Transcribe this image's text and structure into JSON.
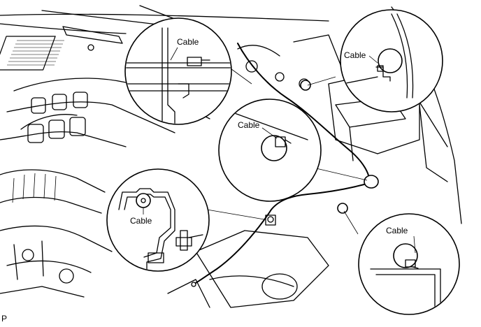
{
  "figure_code": "P",
  "callouts": {
    "top_left": "Cable",
    "top_right": "Cable",
    "middle": "Cable",
    "bottom_left": "Cable",
    "bottom_right": "Cable"
  },
  "colors": {
    "line": "#000000",
    "background": "#ffffff"
  }
}
